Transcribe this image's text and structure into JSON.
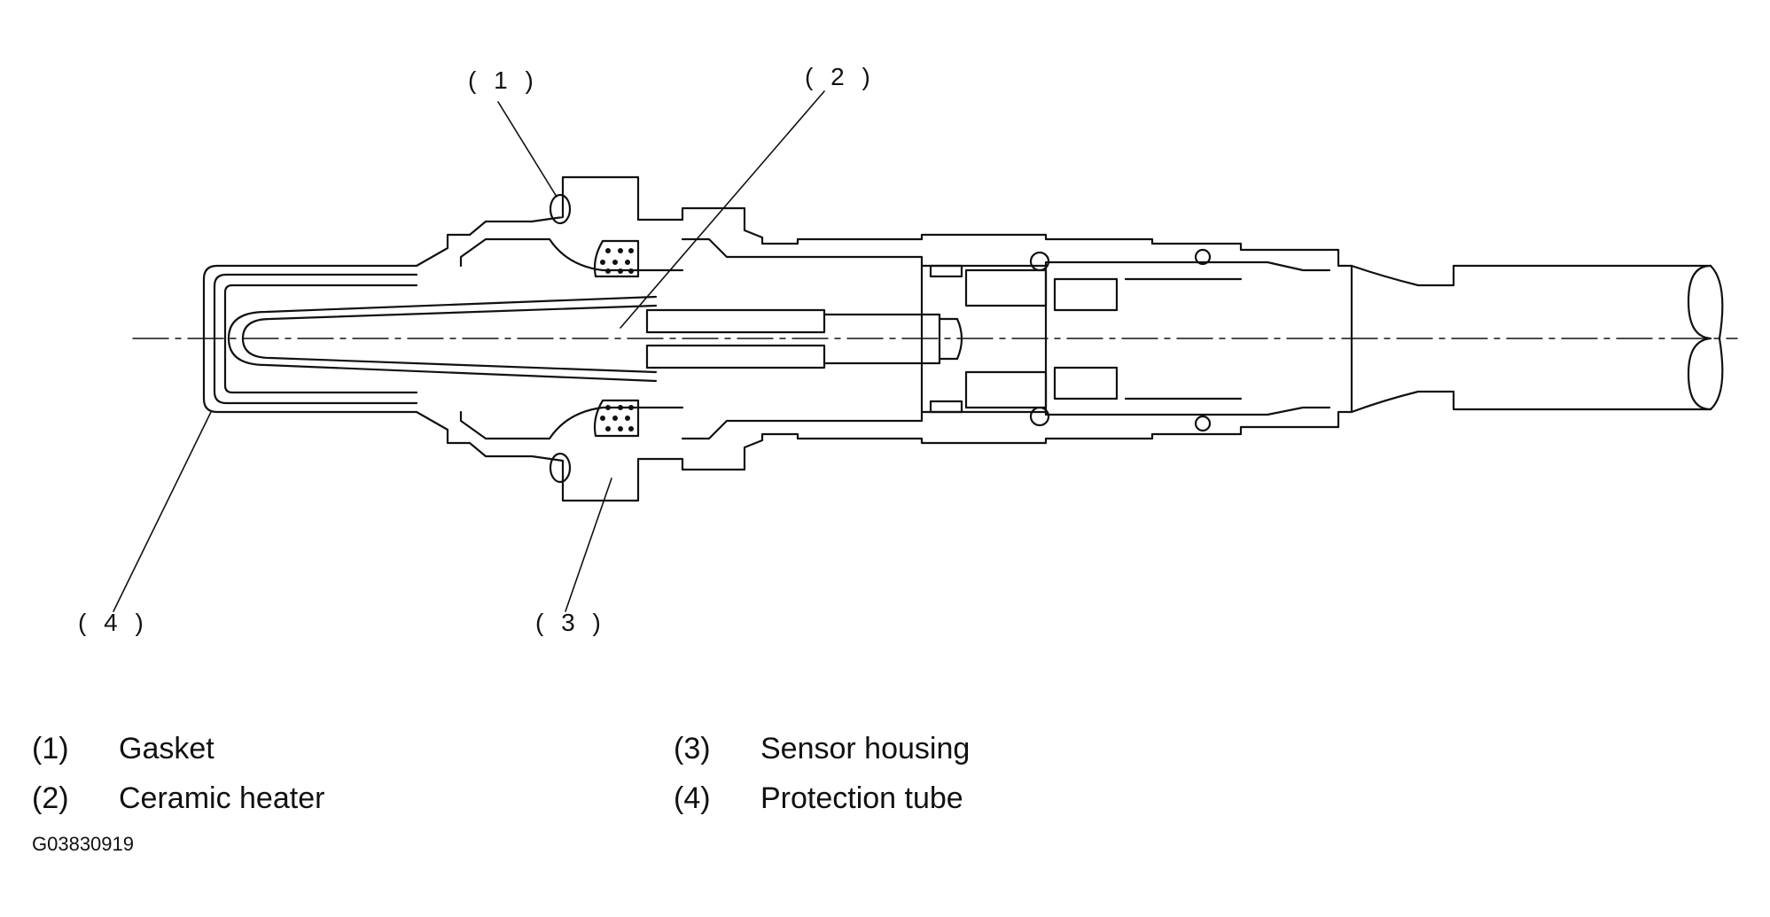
{
  "callouts": [
    "( 1 )",
    "( 2 )",
    "( 3 )",
    "( 4 )"
  ],
  "legend": [
    {
      "num": "(1)",
      "label": "Gasket"
    },
    {
      "num": "(2)",
      "label": "Ceramic heater"
    },
    {
      "num": "(3)",
      "label": "Sensor housing"
    },
    {
      "num": "(4)",
      "label": "Protection tube"
    }
  ],
  "figure_id": "G03830919"
}
